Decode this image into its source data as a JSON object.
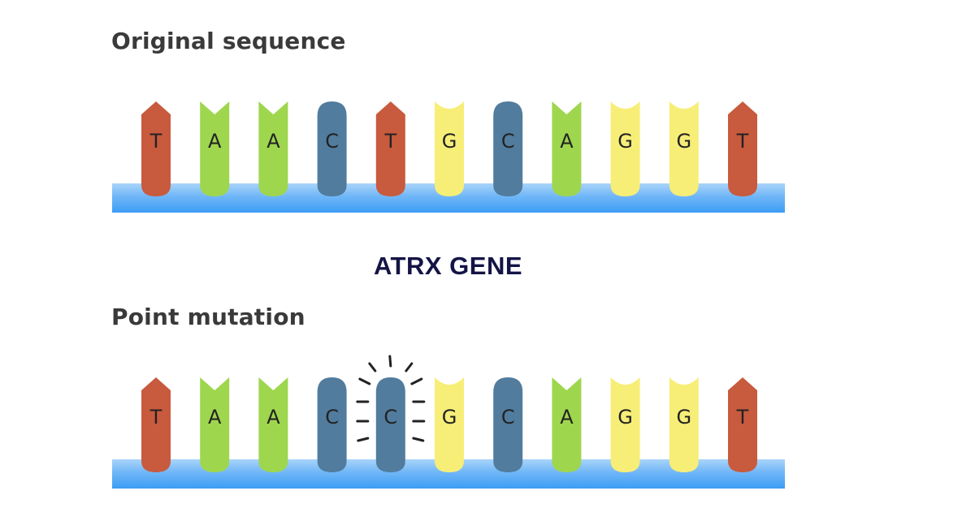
{
  "headings": {
    "original": "Original sequence",
    "mutation": "Point mutation"
  },
  "gene_label": "ATRX GENE",
  "base_colors": {
    "T": "#c85a3e",
    "A": "#9ed64e",
    "C": "#517c9d",
    "G": "#f7ee78"
  },
  "backbone_color": "#6fb6f7",
  "original_sequence": [
    "T",
    "A",
    "A",
    "C",
    "T",
    "G",
    "C",
    "A",
    "G",
    "G",
    "T"
  ],
  "mutated_sequence": [
    "T",
    "A",
    "A",
    "C",
    "C",
    "G",
    "C",
    "A",
    "G",
    "G",
    "T"
  ],
  "mutation_index": 4
}
